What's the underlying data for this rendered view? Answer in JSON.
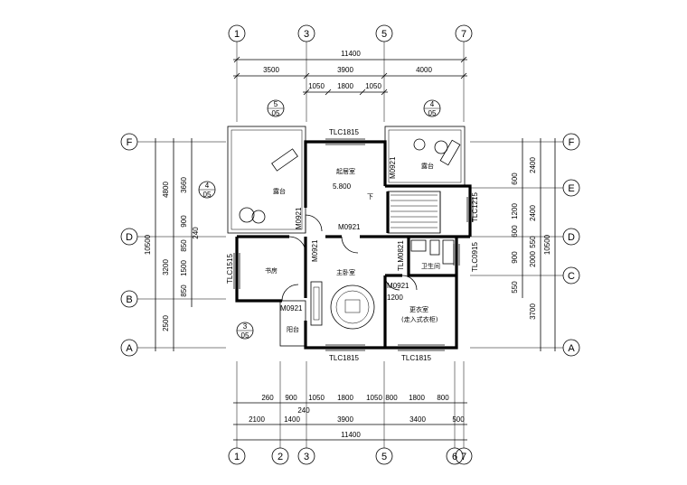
{
  "axes": {
    "top": [
      "1",
      "3",
      "5",
      "7"
    ],
    "bottom": [
      "1",
      "2",
      "3",
      "5",
      "6",
      "7"
    ],
    "left": [
      "F",
      "D",
      "B",
      "A"
    ],
    "right": [
      "F",
      "E",
      "D",
      "C",
      "A"
    ]
  },
  "dims": {
    "top_total": "11400",
    "top_row2": [
      "3500",
      "3900",
      "4000"
    ],
    "top_row3": [
      "1050",
      "1800",
      "1050"
    ],
    "bottom_row1": [
      "260",
      "900",
      "1050",
      "1800",
      "1050",
      "800",
      "1800",
      "800"
    ],
    "bottom_small": "240",
    "bottom_row2": [
      "2100",
      "1400",
      "3900",
      "3400",
      "500"
    ],
    "bottom_total": "11400",
    "left_total": "10500",
    "left_col": [
      "4800",
      "3200",
      "2500"
    ],
    "left_inner": [
      "3660",
      "900",
      "240",
      "850",
      "1500",
      "850"
    ],
    "right_total": "10500",
    "right_col": [
      "2400",
      "600",
      "1200",
      "2400",
      "600",
      "550",
      "900",
      "2000",
      "550",
      "3700"
    ]
  },
  "rooms": {
    "terrace_left": "露台",
    "bedroom_top": "起居室",
    "elevation": "5.800",
    "down_arrow": "下",
    "terrace_right": "露台",
    "study": "书房",
    "master_bedroom": "主卧室",
    "bathroom": "卫生间",
    "dressing": "更衣室",
    "dressing_note": "(走入式衣柜)",
    "balcony": "阳台"
  },
  "openings": {
    "tlc1815_top": "TLC1815",
    "m0921_a": "M0921",
    "m0921_b": "M0921",
    "m0921_c": "M0921",
    "m0921_d": "M0921",
    "m0921_e": "M0921",
    "m0921_f": "M0921",
    "tlm0821": "TLM0821",
    "tlc1215": "TLC1215",
    "tlc0915": "TLC0915",
    "tlc1515": "TLC1515",
    "tlc1815_bl": "TLC1815",
    "tlc1815_br": "TLC1815",
    "d1200": "1200"
  },
  "detail_marks": {
    "top_left": {
      "num": "5",
      "sheet": "05"
    },
    "top_right": {
      "num": "4",
      "sheet": "05"
    },
    "left": {
      "num": "4",
      "sheet": "05"
    },
    "bottom": {
      "num": "3",
      "sheet": "05"
    }
  }
}
